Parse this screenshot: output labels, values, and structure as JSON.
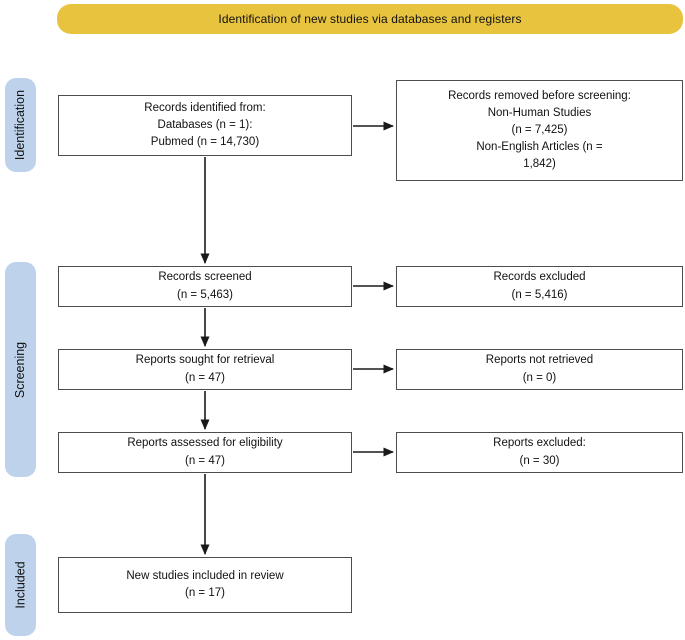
{
  "banner": {
    "label": "Identification of new studies via databases and registers"
  },
  "sidebar": {
    "stages": [
      {
        "label": "Identification"
      },
      {
        "label": "Screening"
      },
      {
        "label": "Included"
      }
    ]
  },
  "flow": {
    "records_identified": "Records identified from:\nDatabases (n = 1):\nPubmed (n = 14,730)",
    "records_removed": "Records removed before screening:\nNon-Human Studies\n(n = 7,425)\nNon-English Articles (n =\n1,842)",
    "records_screened": "Records screened\n(n = 5,463)",
    "records_excluded": "Records excluded\n(n = 5,416)",
    "reports_sought": "Reports sought for retrieval\n(n = 47)",
    "reports_not_retrieved": "Reports not retrieved\n(n = 0)",
    "reports_assessed": "Reports assessed for eligibility\n(n = 47)",
    "reports_excluded": "Reports excluded:\n(n = 30)",
    "new_studies": "New studies included in review\n(n = 17)"
  },
  "colors": {
    "banner_bg": "#E8C33E",
    "stage_bg": "#BED3EB",
    "box_border": "#4D4D4D",
    "arrow": "#1A1A1A"
  }
}
